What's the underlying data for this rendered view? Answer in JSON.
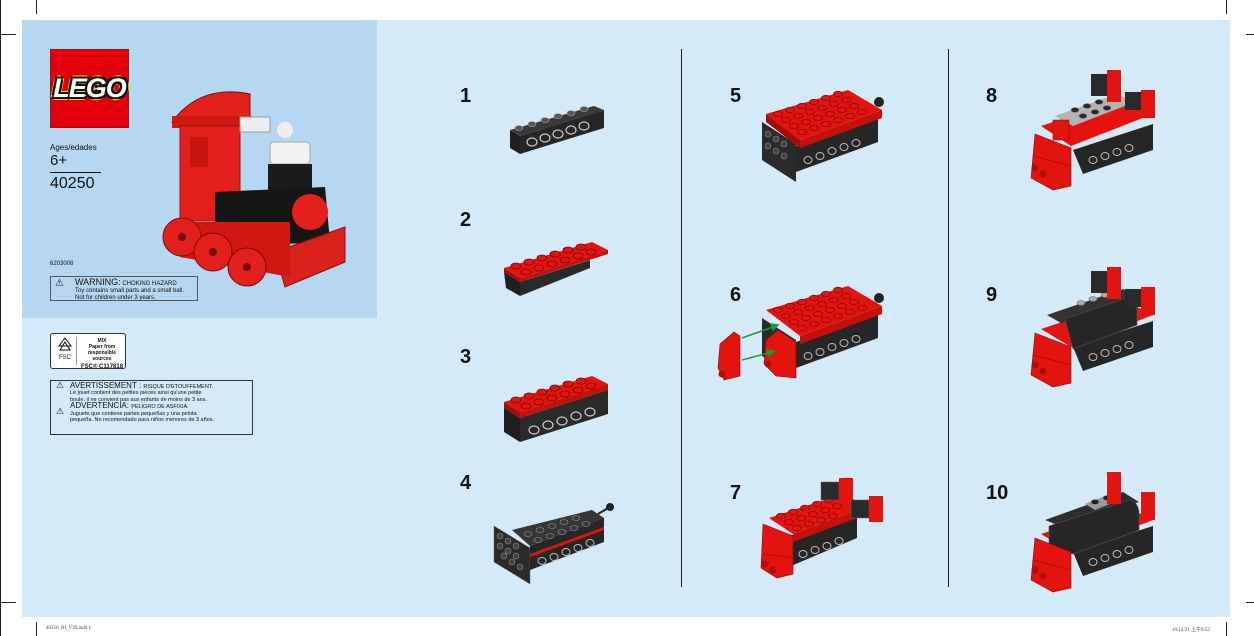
{
  "cover": {
    "brand": "LEGO",
    "ages_label": "Ages/edades",
    "ages_value": "6+",
    "set_number": "40250",
    "item_number": "6203008",
    "warning": {
      "title": "WARNING:",
      "subtitle": "CHOKING HAZARD",
      "line1": "Toy contains small parts and a small ball.",
      "line2": "Not for children under 3 years."
    },
    "fsc": {
      "logo": "FSC",
      "mix": "MIX",
      "line1": "Paper from",
      "line2": "responsible sources",
      "code": "FSC® C117818"
    },
    "legal": {
      "fr_title": "AVERTISSEMENT :",
      "fr_sub": "RISQUE D'ÉTOUFFEMENT.",
      "fr_line1": "Le jouet contient des petites pièces ainsi qu'une petite",
      "fr_line2": "boule, il ne convient pas aux enfants de moins de 3 ans.",
      "es_title": "ADVERTENCIA:",
      "es_sub": "PELIGRO DE ASFIXIA.",
      "es_line1": "Juguete que contiene partes pequeñas y una pelota",
      "es_line2": "pequeña. No recomendado para niños menores de 3 años."
    }
  },
  "steps": [
    {
      "number": "1",
      "desc": "black 1x6 technic brick"
    },
    {
      "number": "2",
      "desc": "red 2x6 plate on brick"
    },
    {
      "number": "3",
      "desc": "red plate on black technic brick"
    },
    {
      "number": "4",
      "desc": "black plates with side studs and bar"
    },
    {
      "number": "5",
      "desc": "red 4x6 plate added"
    },
    {
      "number": "6",
      "desc": "red slopes attached to front"
    },
    {
      "number": "7",
      "desc": "black and red bricks on top"
    },
    {
      "number": "8",
      "desc": "grey plate and side bricks"
    },
    {
      "number": "9",
      "desc": "black curved boiler added"
    },
    {
      "number": "10",
      "desc": "top tiles completed"
    }
  ],
  "footer": {
    "left": "40250_BI_V39.indd   1",
    "right": "16/12/21   上午9:52"
  },
  "colors": {
    "page_bg": "#d4eaf9",
    "cover_bg": "#b5d7f2",
    "lego_red": "#e3000b",
    "brick_red": "#e0140f",
    "brick_black": "#2a2a2a",
    "arrow_green": "#1a9a3a"
  }
}
